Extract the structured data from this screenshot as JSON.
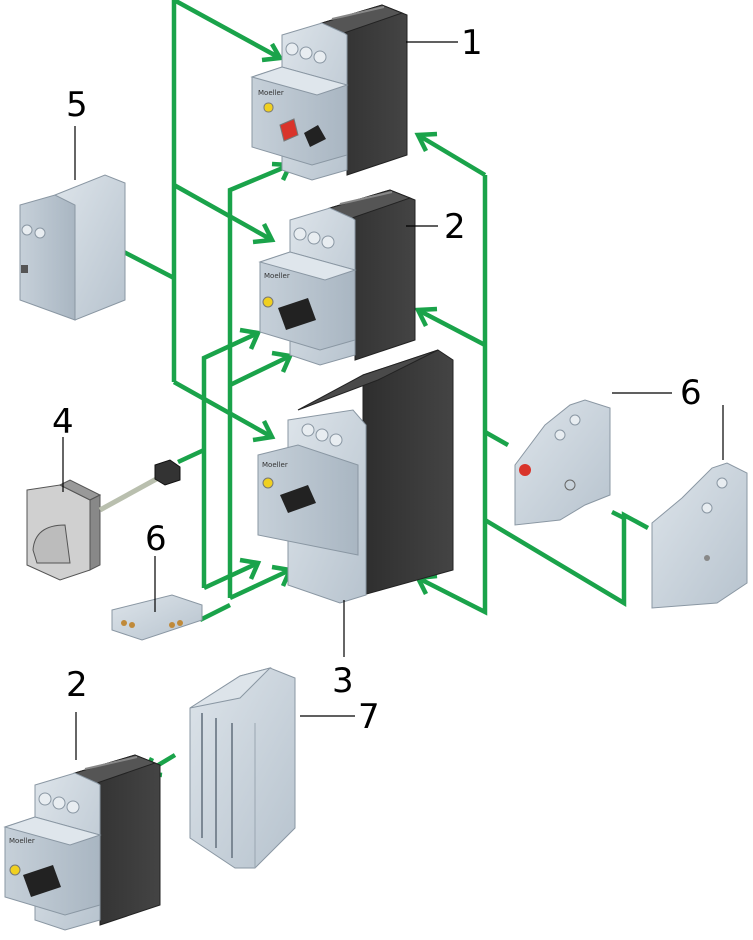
{
  "diagram": {
    "title": "Motor protective circuit-breaker accessories exploded view",
    "colors": {
      "arrow": "#1aa34a",
      "device_light": "#c9d3dc",
      "device_mid": "#aebac6",
      "device_dark": "#3a3a3a",
      "accent_red": "#d9342b",
      "accent_yellow": "#f0d020"
    },
    "callouts": [
      {
        "id": "1",
        "label": "1",
        "component": "Motor protective circuit-breaker with pushbutton actuation"
      },
      {
        "id": "2a",
        "label": "2",
        "component": "Motor protective circuit-breaker with rotary handle"
      },
      {
        "id": "3",
        "label": "3",
        "component": "Motor protective circuit-breaker, larger frame"
      },
      {
        "id": "4",
        "label": "4",
        "component": "Door coupling rotary handle with extension shaft"
      },
      {
        "id": "5",
        "label": "5",
        "component": "Shunt / undervoltage release module"
      },
      {
        "id": "6a",
        "label": "6",
        "component": "Front-mounting auxiliary contact"
      },
      {
        "id": "6b",
        "label": "6",
        "component": "Side-mounting auxiliary contact / trip-indicating contact"
      },
      {
        "id": "2b",
        "label": "2",
        "component": "Motor protective circuit-breaker with rotary handle"
      },
      {
        "id": "7",
        "label": "7",
        "component": "Terminal cover / busbar adapter"
      }
    ],
    "device_brand": "Moeller"
  }
}
